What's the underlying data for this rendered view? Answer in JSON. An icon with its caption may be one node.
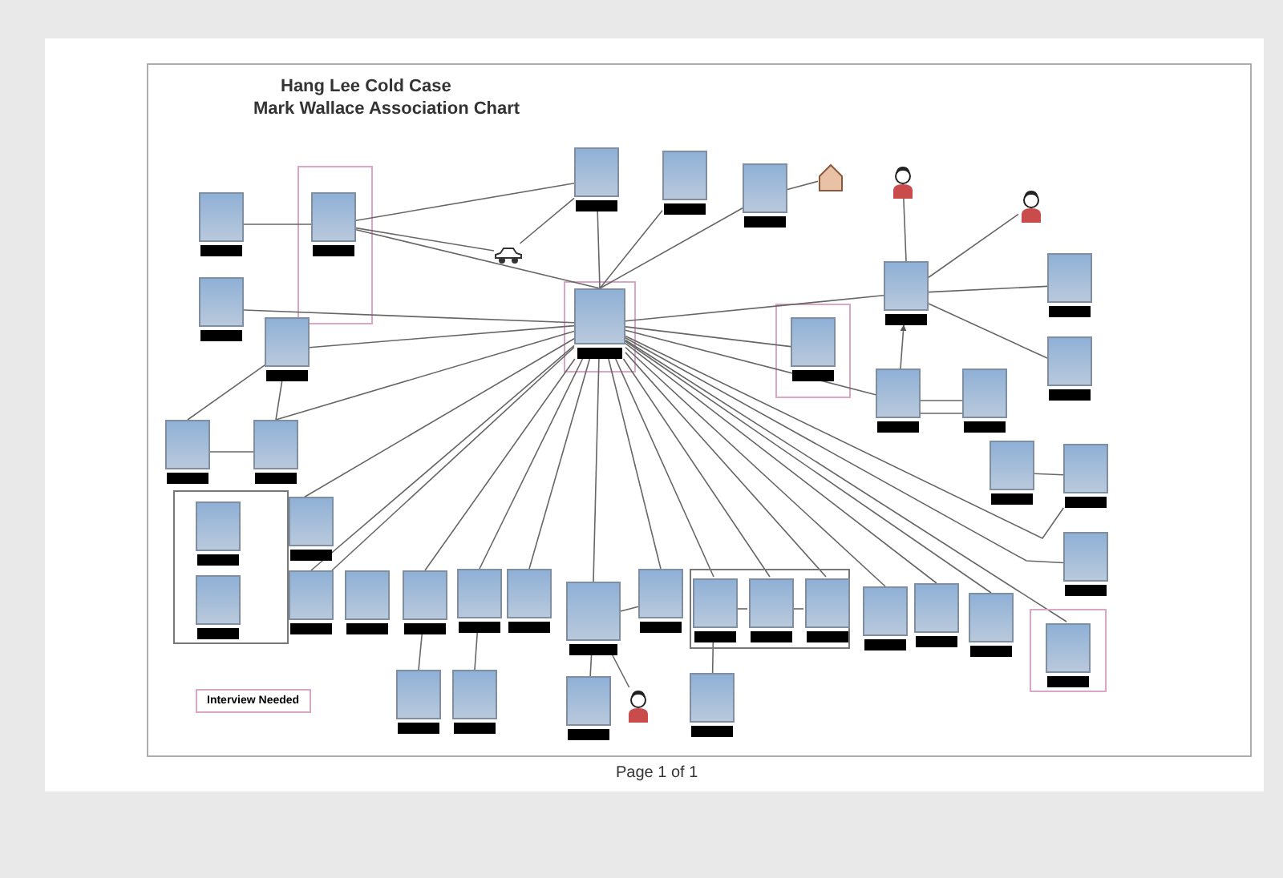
{
  "diagram": {
    "title": "Hang Lee Cold Case",
    "nodes": [
      {
        "text": [],
        "shape": "picture"
      },
      {
        "text": [],
        "shape": "picture"
      },
      {
        "text": [],
        "shape": "picture"
      },
      {
        "text": [],
        "shape": "picture"
      },
      {
        "text": [],
        "shape": "picture"
      },
      {
        "text": [],
        "shape": "picture"
      },
      {
        "text": [],
        "shape": "car"
      },
      {
        "text": [],
        "shape": "house"
      },
      {
        "text": [],
        "shape": "person"
      },
      {
        "text": [],
        "shape": "person"
      },
      {
        "text": [],
        "shape": "picture"
      },
      {
        "text": [],
        "shape": "picture"
      },
      {
        "text": [],
        "shape": "picture"
      },
      {
        "text": [],
        "shape": "picture"
      },
      {
        "text": [],
        "shape": "picture"
      },
      {
        "text": [],
        "shape": "picture"
      },
      {
        "text": [],
        "shape": "picture"
      },
      {
        "text": [],
        "shape": "picture"
      },
      {
        "text": [],
        "shape": "picture"
      },
      {
        "text": [],
        "shape": "picture"
      },
      {
        "text": [],
        "shape": "picture"
      },
      {
        "text": [],
        "shape": "picture"
      },
      {
        "text": [],
        "shape": "box"
      },
      {
        "text": [],
        "shape": "picture",
        "in": 22
      },
      {
        "text": [],
        "shape": "picture",
        "in": 22
      },
      {
        "text": [],
        "shape": "picture"
      },
      {
        "text": [],
        "shape": "picture"
      },
      {
        "text": [],
        "shape": "picture"
      },
      {
        "text": [],
        "shape": "picture"
      },
      {
        "text": [],
        "shape": "picture"
      },
      {
        "text": [],
        "shape": "picture"
      },
      {
        "text": [],
        "shape": "picture"
      },
      {
        "text": [],
        "shape": "picture"
      },
      {
        "text": [],
        "shape": "picture"
      },
      {
        "text": [],
        "shape": "box"
      },
      {
        "text": [],
        "shape": "picture",
        "in": 34
      },
      {
        "text": [],
        "shape": "picture",
        "in": 34
      },
      {
        "text": [],
        "shape": "picture",
        "in": 34
      },
      {
        "text": [],
        "shape": "picture"
      },
      {
        "text": [],
        "shape": "picture"
      },
      {
        "text": [],
        "shape": "picture"
      },
      {
        "text": [],
        "shape": "box"
      },
      {
        "text": [],
        "shape": "picture",
        "in": 41
      },
      {
        "text": [],
        "shape": "picture"
      },
      {
        "text": [],
        "shape": "picture"
      },
      {
        "text": [],
        "shape": "picture"
      },
      {
        "text": [],
        "shape": "person"
      },
      {
        "text": [],
        "shape": "picture"
      }
    ],
    "edges": [
      {
        "from": 1,
        "to": 2,
        "arrow": "none"
      },
      {
        "from": 2,
        "to": 3,
        "arrow": "none"
      },
      {
        "from": 2,
        "to": 6,
        "arrow": "none"
      },
      {
        "from": 6,
        "to": 3,
        "arrow": "none"
      },
      {
        "from": 2,
        "to": 0,
        "arrow": "none"
      },
      {
        "from": 3,
        "to": 0,
        "arrow": "none"
      },
      {
        "from": 4,
        "to": 0,
        "arrow": "none"
      },
      {
        "from": 5,
        "to": 0,
        "arrow": "none"
      },
      {
        "from": 5,
        "to": 7,
        "arrow": "none"
      },
      {
        "from": 10,
        "to": 0,
        "arrow": "none"
      },
      {
        "from": 11,
        "to": 0,
        "arrow": "none"
      },
      {
        "from": 0,
        "to": 12,
        "arrow": "none"
      },
      {
        "from": 0,
        "to": 14,
        "arrow": "none"
      },
      {
        "from": 8,
        "to": 12,
        "arrow": "none"
      },
      {
        "from": 12,
        "to": 9,
        "arrow": "none"
      },
      {
        "from": 12,
        "to": 13,
        "arrow": "none"
      },
      {
        "from": 12,
        "to": 15,
        "arrow": "none"
      },
      {
        "from": 18,
        "to": 12,
        "arrow": "to"
      },
      {
        "from": 18,
        "to": 19,
        "arrow": "none"
      },
      {
        "from": 18,
        "to": 19,
        "arrow": "none"
      },
      {
        "from": 20,
        "to": 21,
        "arrow": "none"
      },
      {
        "from": 11,
        "to": 16,
        "arrow": "none"
      },
      {
        "from": 11,
        "to": 17,
        "arrow": "none"
      },
      {
        "from": 16,
        "to": 17,
        "arrow": "none"
      },
      {
        "from": 0,
        "to": 17,
        "arrow": "none"
      },
      {
        "from": 0,
        "to": 22,
        "arrow": "none"
      },
      {
        "from": 0,
        "to": 27,
        "arrow": "none"
      },
      {
        "from": 0,
        "to": 28,
        "arrow": "none"
      },
      {
        "from": 0,
        "to": 29,
        "arrow": "none"
      },
      {
        "from": 0,
        "to": 30,
        "arrow": "none"
      },
      {
        "from": 0,
        "to": 31,
        "arrow": "none"
      },
      {
        "from": 0,
        "to": 32,
        "arrow": "none"
      },
      {
        "from": 0,
        "to": 33,
        "arrow": "none"
      },
      {
        "from": 0,
        "to": 35,
        "arrow": "none"
      },
      {
        "from": 0,
        "to": 36,
        "arrow": "none"
      },
      {
        "from": 0,
        "to": 37,
        "arrow": "none"
      },
      {
        "from": 0,
        "to": 38,
        "arrow": "none"
      },
      {
        "from": 0,
        "to": 39,
        "arrow": "none"
      },
      {
        "from": 0,
        "to": 40,
        "arrow": "none"
      },
      {
        "from": 0,
        "to": 42,
        "arrow": "none"
      },
      {
        "from": 0,
        "to": 26,
        "arrow": "none"
      },
      {
        "from": 0,
        "to": 21,
        "arrow": "none"
      },
      {
        "from": 0,
        "to": 18,
        "arrow": "none"
      },
      {
        "from": 29,
        "to": 43,
        "arrow": "none"
      },
      {
        "from": 30,
        "to": 44,
        "arrow": "none"
      },
      {
        "from": 32,
        "to": 33,
        "arrow": "none"
      },
      {
        "from": 32,
        "to": 45,
        "arrow": "none"
      },
      {
        "from": 32,
        "to": 46,
        "arrow": "none"
      },
      {
        "from": 35,
        "to": 36,
        "arrow": "none"
      },
      {
        "from": 36,
        "to": 37,
        "arrow": "none"
      },
      {
        "from": 35,
        "to": 47,
        "arrow": "none"
      }
    ],
    "labels": [
      "Mark Wallace Association Chart",
      "Page 1 of 1"
    ],
    "legend": [
      {
        "text": "Interview Needed"
      }
    ]
  }
}
